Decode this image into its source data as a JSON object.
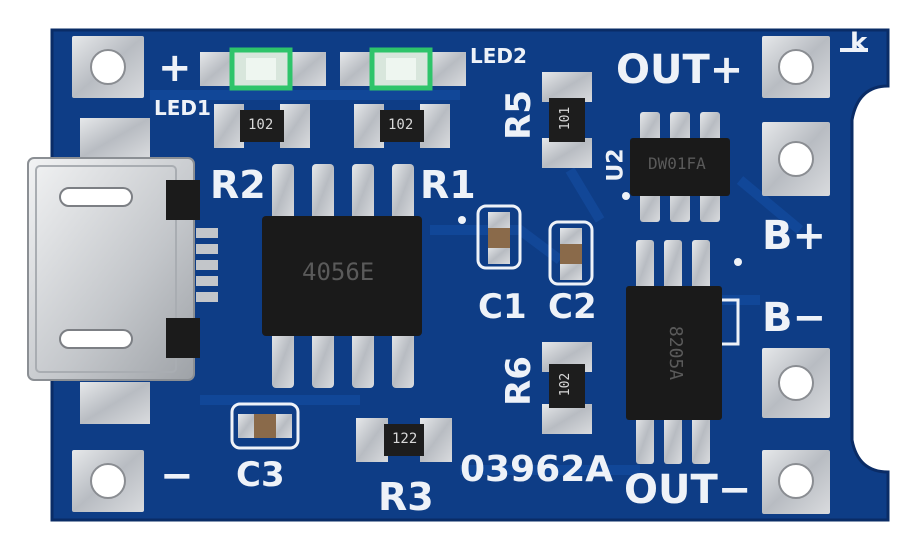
{
  "board": {
    "connector_labels": {
      "plus": "+",
      "minus": "−",
      "out_plus": "OUT+",
      "out_minus": "OUT−",
      "b_plus": "B+",
      "b_minus": "B−",
      "k": "k"
    },
    "leds": {
      "led1": "LED1",
      "led2": "LED2"
    },
    "resistors": {
      "r1": "R1",
      "r2": "R2",
      "r3": "R3",
      "r5": "R5",
      "r6": "R6"
    },
    "capacitors": {
      "c1": "C1",
      "c2": "C2",
      "c3": "C3"
    },
    "ic_labels": {
      "u2": "U2"
    },
    "part_markings": {
      "r1_code": "102",
      "r2_code": "102",
      "r3_code": "122",
      "r5_code": "101",
      "r6_code": "102",
      "charger_chip": "4056E",
      "protect_chip": "DW01FA",
      "mosfet_chip": "8205A"
    },
    "board_code": "03962A"
  },
  "colors": {
    "pcb_blue": "#0e3d86",
    "pcb_dark": "#0a2c66",
    "silkscreen": "#eef2f8",
    "pad_silver": "#c9ccd0",
    "chip_black": "#1a1a1a",
    "led_green": "#2ec46a"
  }
}
